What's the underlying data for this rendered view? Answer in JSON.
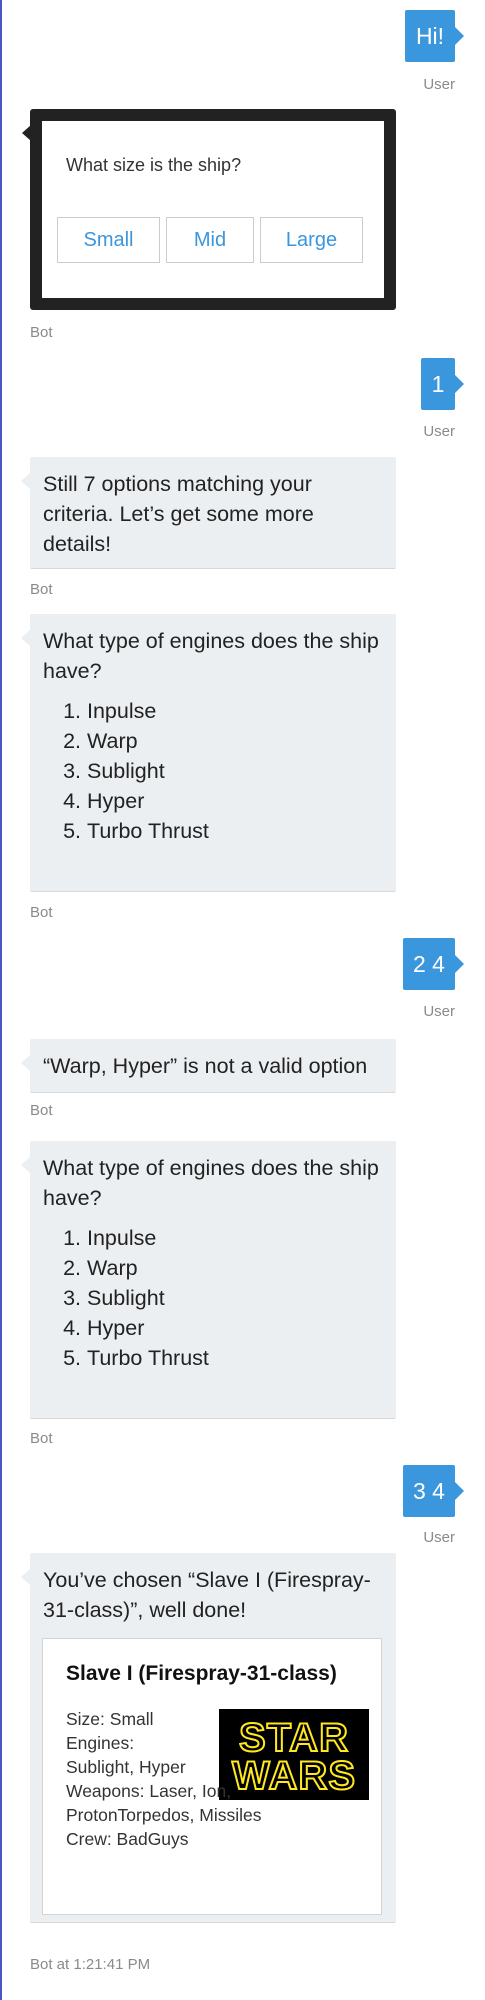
{
  "messages": {
    "user1": {
      "text": "Hi!",
      "from": "User"
    },
    "bot_choice": {
      "question": "What size is the ship?",
      "buttons": [
        "Small",
        "Mid",
        "Large"
      ],
      "from": "Bot"
    },
    "user2": {
      "text": "1",
      "from": "User"
    },
    "bot_info": {
      "text": "Still 7 options matching your criteria. Let’s get some more details!",
      "from": "Bot"
    },
    "bot_engines1": {
      "question": "What type of engines does the ship have?",
      "options": [
        "Inpulse",
        "Warp",
        "Sublight",
        "Hyper",
        "Turbo Thrust"
      ],
      "from": "Bot"
    },
    "user3": {
      "text": "2 4",
      "from": "User"
    },
    "bot_invalid": {
      "text": "“Warp, Hyper” is not a valid option",
      "from": "Bot"
    },
    "bot_engines2": {
      "question": "What type of engines does the ship have?",
      "options": [
        "Inpulse",
        "Warp",
        "Sublight",
        "Hyper",
        "Turbo Thrust"
      ],
      "from": "Bot"
    },
    "user4": {
      "text": "3 4",
      "from": "User"
    },
    "bot_final": {
      "text": "You’ve chosen “Slave I (Firespray-31-class)”, well done!",
      "card": {
        "title": "Slave I (Firespray-31-class)",
        "size": "Size: Small",
        "engines": "Engines: Sublight, Hyper",
        "weapons": "Weapons: Laser, Ion, ProtonTorpedos, Missiles",
        "crew": "Crew: BadGuys",
        "logo_line1": "STAR",
        "logo_line2": "WARS"
      },
      "from": "Bot at 1:21:41 PM"
    }
  },
  "colors": {
    "user_bubble": "#3a96dd",
    "bot_bubble": "#eceff1",
    "timestamp": "#8a8a8a",
    "logo_yellow": "#ffe81f",
    "left_rule": "#4a57c7"
  }
}
